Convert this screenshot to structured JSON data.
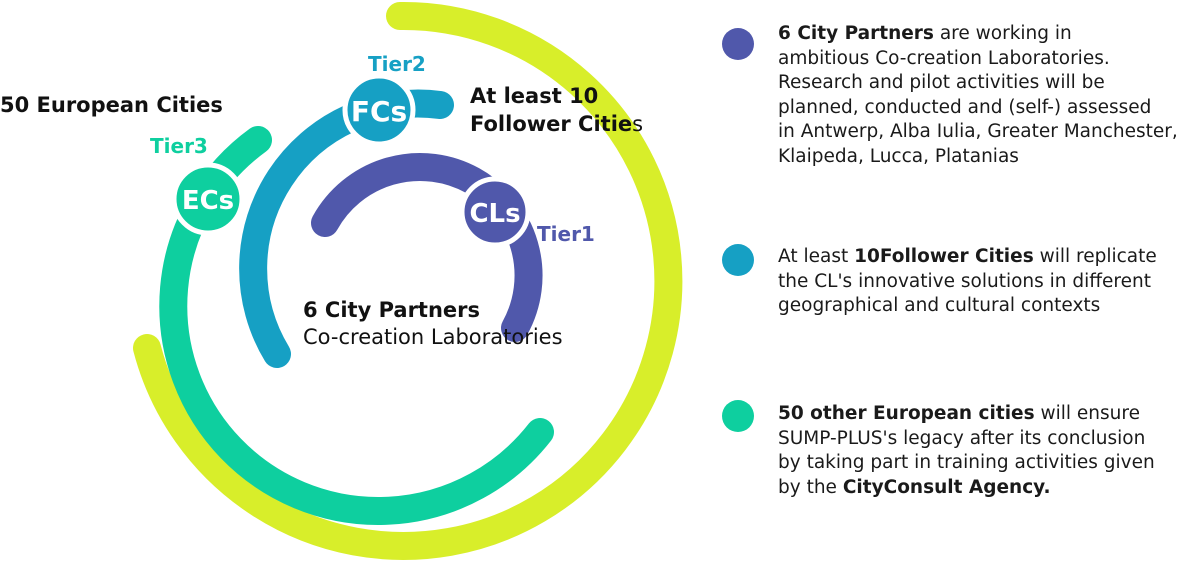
{
  "colors": {
    "tier1": "#5058ab",
    "tier2": "#16a0c4",
    "tier3": "#0ecf9f",
    "outer": "#d8ee2a"
  },
  "circles": {
    "cls": "CLs",
    "fcs": "FCs",
    "ecs": "ECs"
  },
  "tiers": {
    "tier1": "Tier1",
    "tier2": "Tier2",
    "tier3": "Tier3"
  },
  "annotations": {
    "european_cities": "50 European Cities",
    "followers_line1": "At least 10",
    "followers_line2_bold": "Follower Citie",
    "followers_line2_tail": "s",
    "partners_bold": "6 City Partners",
    "partners_regular": "Co-creation Laboratories"
  },
  "descriptions": {
    "partners": {
      "bold": "6 City Partners",
      "lines": [
        "  are working in",
        "ambitious Co-creation Laboratories.",
        "Research and pilot activities will be",
        "planned, conducted and (self-) assessed",
        "in Antwerp, Alba Iulia, Greater Manchester,",
        "Klaipeda, Lucca, Platanias"
      ]
    },
    "followers": {
      "prefix": "At least ",
      "bold": "10Follower Cities",
      "suffix": " will replicate",
      "lines": [
        "the CL's innovative solutions in different",
        "geographical and cultural contexts"
      ]
    },
    "european": {
      "bold": "50 other European cities",
      "suffix": " will ensure",
      "lines": [
        "SUMP-PLUS's legacy after its conclusion",
        "by taking part in training activities given"
      ],
      "last_prefix": "by the ",
      "last_bold": "CityConsult Agency."
    }
  }
}
